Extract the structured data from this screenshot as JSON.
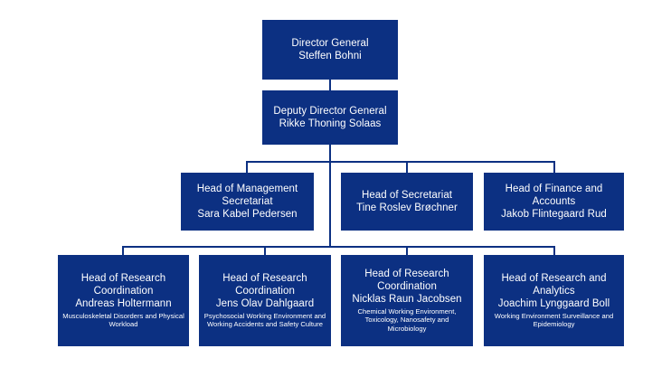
{
  "colors": {
    "node_fill": "#0c3082",
    "node_text": "#ffffff",
    "connector": "#0c3082",
    "background": "#ffffff"
  },
  "chart_data": {
    "type": "diagram",
    "diagram_kind": "organizational-chart",
    "levels": 4,
    "nodes": [
      {
        "id": "director",
        "level": 1,
        "title": "Director General",
        "person": "Steffen Bohni",
        "desc": ""
      },
      {
        "id": "deputy",
        "level": 2,
        "title": "Deputy Director General",
        "person": "Rikke Thoning Solaas",
        "desc": ""
      },
      {
        "id": "mgmtsec",
        "level": 3,
        "title": "Head of Management Secretariat",
        "person": "Sara Kabel Pedersen",
        "desc": ""
      },
      {
        "id": "secretariat",
        "level": 3,
        "title": "Head of Secretariat",
        "person": "Tine Roslev Brøchner",
        "desc": ""
      },
      {
        "id": "finance",
        "level": 3,
        "title": "Head of Finance and Accounts",
        "person": "Jakob Flintegaard Rud",
        "desc": ""
      },
      {
        "id": "res1",
        "level": 4,
        "title": "Head of Research Coordination",
        "person": "Andreas Holtermann",
        "desc": "Musculoskeletal Disorders and Physical Workload"
      },
      {
        "id": "res2",
        "level": 4,
        "title": "Head of Research Coordination",
        "person": "Jens Olav Dahlgaard",
        "desc": "Psychosocial Working Environment and Working Accidents and Safety Culture"
      },
      {
        "id": "res3",
        "level": 4,
        "title": "Head of Research Coordination",
        "person": "Nicklas Raun Jacobsen",
        "desc": "Chemical Working Environment, Toxicology, Nanosafety and Microbiology"
      },
      {
        "id": "res4",
        "level": 4,
        "title": "Head of Research and Analytics",
        "person": "Joachim Lynggaard Boll",
        "desc": "Working Environment Surveillance and Epidemiology"
      }
    ],
    "edges": [
      {
        "from": "director",
        "to": "deputy"
      },
      {
        "from": "deputy",
        "to": "mgmtsec"
      },
      {
        "from": "deputy",
        "to": "secretariat"
      },
      {
        "from": "deputy",
        "to": "finance"
      },
      {
        "from": "deputy",
        "to": "res1"
      },
      {
        "from": "deputy",
        "to": "res2"
      },
      {
        "from": "deputy",
        "to": "res3"
      },
      {
        "from": "deputy",
        "to": "res4"
      }
    ]
  },
  "nodes": {
    "director": {
      "title": "Director General",
      "person": "Steffen Bohni"
    },
    "deputy": {
      "title": "Deputy Director General",
      "person": "Rikke Thoning Solaas"
    },
    "mgmtsec": {
      "title_line1": "Head of Management",
      "title_line2": "Secretariat",
      "person": "Sara Kabel Pedersen"
    },
    "secretariat": {
      "title": "Head of Secretariat",
      "person": "Tine Roslev Brøchner"
    },
    "finance": {
      "title_line1": "Head of Finance and",
      "title_line2": "Accounts",
      "person": "Jakob Flintegaard Rud"
    },
    "res1": {
      "title_line1": "Head of Research",
      "title_line2": "Coordination",
      "person": "Andreas Holtermann",
      "desc": "Musculoskeletal Disorders and Physical Workload"
    },
    "res2": {
      "title_line1": "Head of Research",
      "title_line2": "Coordination",
      "person": "Jens Olav Dahlgaard",
      "desc": "Psychosocial Working Environment and Working Accidents and Safety Culture"
    },
    "res3": {
      "title_line1": "Head of Research",
      "title_line2": "Coordination",
      "person": "Nicklas Raun Jacobsen",
      "desc": "Chemical Working Environment, Toxicology, Nanosafety and Microbiology"
    },
    "res4": {
      "title_line1": "Head of Research and",
      "title_line2": "Analytics",
      "person": "Joachim Lynggaard Boll",
      "desc": "Working Environment Surveillance and Epidemiology"
    }
  }
}
